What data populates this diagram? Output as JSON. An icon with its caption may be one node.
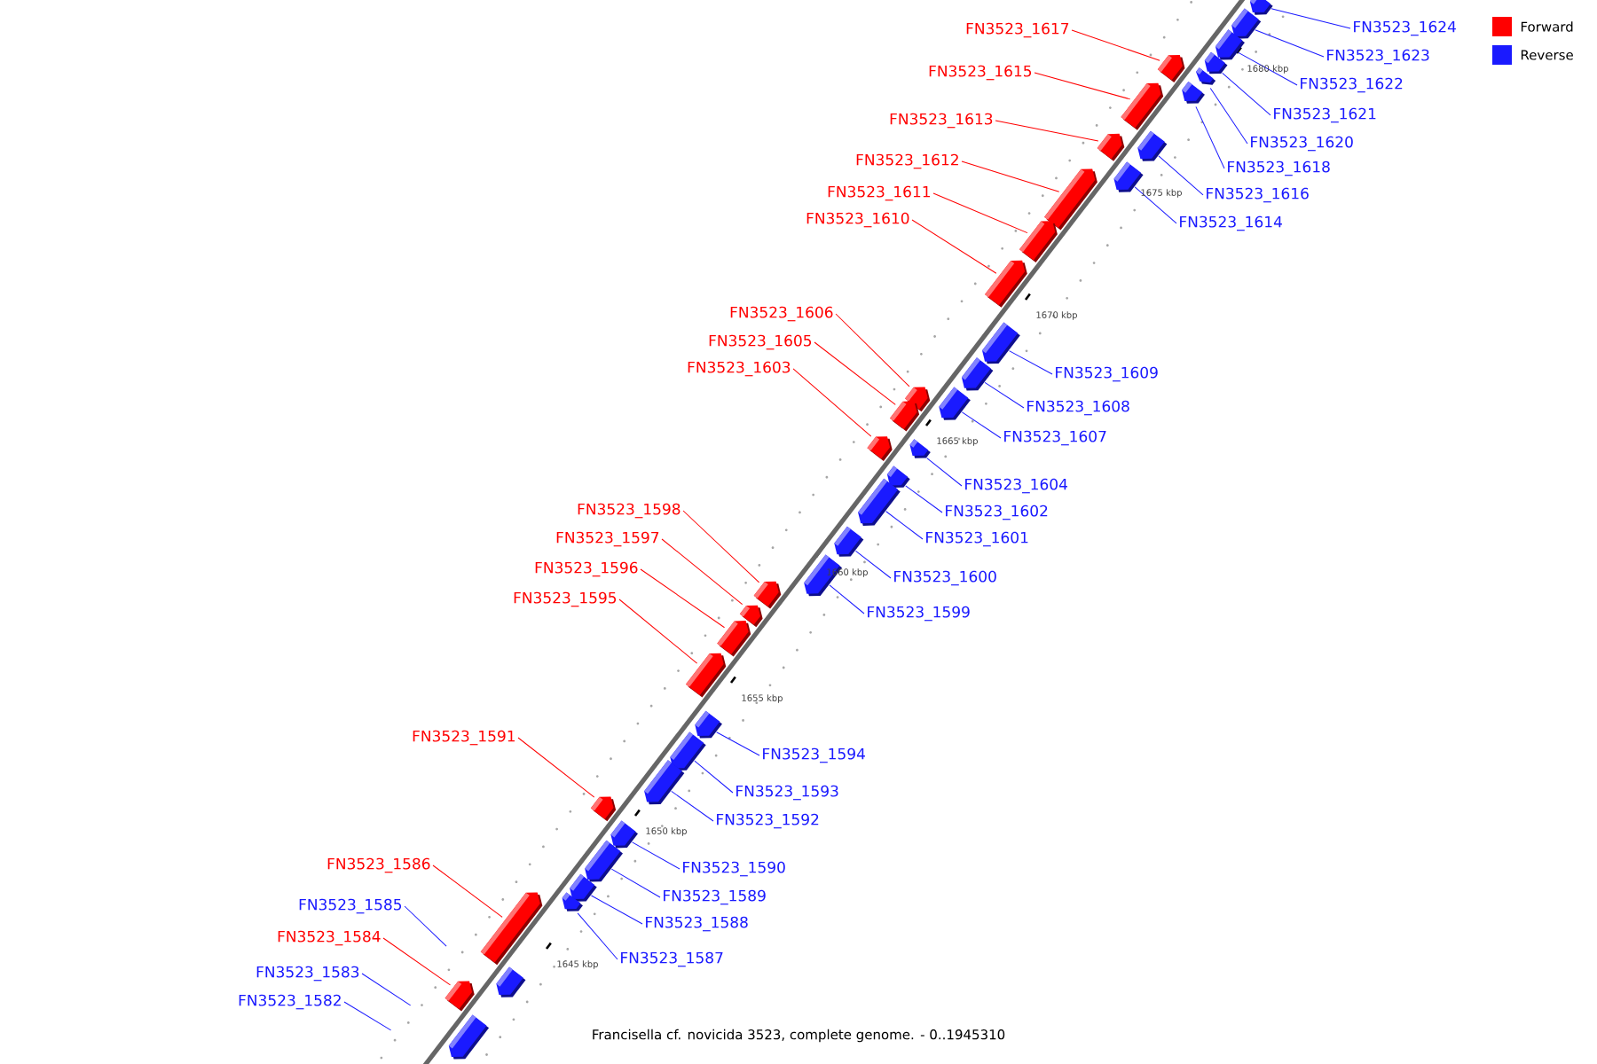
{
  "diagram": {
    "caption": "Francisella cf. novicida 3523, complete genome. - 0..1945310",
    "nodes": [
      {
        "text": [
          "FN3523_1624"
        ]
      },
      {
        "text": [
          "FN3523_1617"
        ]
      },
      {
        "text": [
          "FN3523_1623"
        ]
      },
      {
        "text": [
          "FN3523_1615"
        ]
      },
      {
        "text": [
          "FN3523_1622"
        ]
      },
      {
        "text": [
          "FN3523_1621"
        ]
      },
      {
        "text": [
          "FN3523_1613"
        ]
      },
      {
        "text": [
          "FN3523_1620"
        ]
      },
      {
        "text": [
          "FN3523_1612"
        ]
      },
      {
        "text": [
          "FN3523_1618"
        ]
      },
      {
        "text": [
          "FN3523_1611"
        ]
      },
      {
        "text": [
          "FN3523_1616"
        ]
      },
      {
        "text": [
          "FN3523_1610"
        ]
      },
      {
        "text": [
          "FN3523_1614"
        ]
      },
      {
        "text": [
          "FN3523_1606"
        ]
      },
      {
        "text": [
          "FN3523_1605"
        ]
      },
      {
        "text": [
          "FN3523_1603"
        ]
      },
      {
        "text": [
          "FN3523_1609"
        ]
      },
      {
        "text": [
          "FN3523_1608"
        ]
      },
      {
        "text": [
          "FN3523_1607"
        ]
      },
      {
        "text": [
          "FN3523_1604"
        ]
      },
      {
        "text": [
          "FN3523_1598"
        ]
      },
      {
        "text": [
          "FN3523_1602"
        ]
      },
      {
        "text": [
          "FN3523_1601"
        ]
      },
      {
        "text": [
          "FN3523_1597"
        ]
      },
      {
        "text": [
          "FN3523_1596"
        ]
      },
      {
        "text": [
          "FN3523_1600"
        ]
      },
      {
        "text": [
          "FN3523_1595"
        ]
      },
      {
        "text": [
          "FN3523_1599"
        ]
      },
      {
        "text": [
          "FN3523_1591"
        ]
      },
      {
        "text": [
          "FN3523_1594"
        ]
      },
      {
        "text": [
          "FN3523_1593"
        ]
      },
      {
        "text": [
          "FN3523_1592"
        ]
      },
      {
        "text": [
          "FN3523_1586"
        ]
      },
      {
        "text": [
          "FN3523_1590"
        ]
      },
      {
        "text": [
          "FN3523_1589"
        ]
      },
      {
        "text": [
          "FN3523_1585"
        ]
      },
      {
        "text": [
          "FN3523_1588"
        ]
      },
      {
        "text": [
          "FN3523_1584"
        ]
      },
      {
        "text": [
          "FN3523_1587"
        ]
      },
      {
        "text": [
          "FN3523_1583"
        ]
      },
      {
        "text": [
          "FN3523_1582"
        ]
      },
      {
        "text": [],
        "shape": "box"
      },
      {
        "text": [],
        "shape": "box"
      },
      {
        "text": [],
        "shape": "box"
      },
      {
        "text": [],
        "shape": "box"
      },
      {
        "text": [],
        "shape": "box"
      },
      {
        "text": [],
        "shape": "box"
      },
      {
        "text": [],
        "shape": "box"
      },
      {
        "text": [],
        "shape": "box"
      },
      {
        "text": [],
        "shape": "box"
      },
      {
        "text": [],
        "shape": "box"
      },
      {
        "text": [],
        "shape": "box"
      },
      {
        "text": [],
        "shape": "box"
      },
      {
        "text": [],
        "shape": "box"
      },
      {
        "text": [],
        "shape": "box"
      },
      {
        "text": [],
        "shape": "box"
      },
      {
        "text": [],
        "shape": "box"
      },
      {
        "text": [],
        "shape": "box"
      },
      {
        "text": [],
        "shape": "box"
      },
      {
        "text": [],
        "shape": "box"
      },
      {
        "text": [],
        "shape": "box"
      },
      {
        "text": [],
        "shape": "box"
      },
      {
        "text": [],
        "shape": "box"
      },
      {
        "text": [],
        "shape": "box"
      },
      {
        "text": [],
        "shape": "box"
      },
      {
        "text": [],
        "shape": "box"
      },
      {
        "text": [],
        "shape": "box"
      },
      {
        "text": [],
        "shape": "box"
      },
      {
        "text": [],
        "shape": "box"
      },
      {
        "text": [],
        "shape": "box"
      },
      {
        "text": [],
        "shape": "box"
      },
      {
        "text": [],
        "shape": "box"
      },
      {
        "text": [],
        "shape": "box"
      },
      {
        "text": [],
        "shape": "box"
      },
      {
        "text": [],
        "shape": "box"
      },
      {
        "text": [],
        "shape": "box"
      },
      {
        "text": [],
        "shape": "box"
      },
      {
        "text": [],
        "shape": "box"
      },
      {
        "text": [],
        "shape": "box"
      },
      {
        "text": [],
        "shape": "box"
      },
      {
        "text": [],
        "shape": "box"
      },
      {
        "text": [],
        "shape": "box"
      }
    ],
    "edges": [
      {
        "from": 0,
        "to": 42,
        "arrow": "none",
        "color": "#1a1aff"
      },
      {
        "from": 1,
        "to": 47,
        "arrow": "none",
        "color": "#ff0000"
      },
      {
        "from": 2,
        "to": 43,
        "arrow": "none",
        "color": "#1a1aff"
      },
      {
        "from": 3,
        "to": 49,
        "arrow": "none",
        "color": "#ff0000"
      },
      {
        "from": 4,
        "to": 44,
        "arrow": "none",
        "color": "#1a1aff"
      },
      {
        "from": 5,
        "to": 45,
        "arrow": "none",
        "color": "#1a1aff"
      },
      {
        "from": 6,
        "to": 51,
        "arrow": "none",
        "color": "#ff0000"
      },
      {
        "from": 7,
        "to": 46,
        "arrow": "none",
        "color": "#1a1aff"
      },
      {
        "from": 8,
        "to": 53,
        "arrow": "none",
        "color": "#ff0000"
      },
      {
        "from": 9,
        "to": 48,
        "arrow": "none",
        "color": "#1a1aff"
      },
      {
        "from": 10,
        "to": 54,
        "arrow": "none",
        "color": "#ff0000"
      },
      {
        "from": 11,
        "to": 50,
        "arrow": "none",
        "color": "#1a1aff"
      },
      {
        "from": 12,
        "to": 55,
        "arrow": "none",
        "color": "#ff0000"
      },
      {
        "from": 13,
        "to": 52,
        "arrow": "none",
        "color": "#1a1aff"
      },
      {
        "from": 14,
        "to": 59,
        "arrow": "none",
        "color": "#ff0000"
      },
      {
        "from": 15,
        "to": 60,
        "arrow": "none",
        "color": "#ff0000"
      },
      {
        "from": 16,
        "to": 62,
        "arrow": "none",
        "color": "#ff0000"
      },
      {
        "from": 17,
        "to": 56,
        "arrow": "none",
        "color": "#1a1aff"
      },
      {
        "from": 18,
        "to": 57,
        "arrow": "none",
        "color": "#1a1aff"
      },
      {
        "from": 19,
        "to": 58,
        "arrow": "none",
        "color": "#1a1aff"
      },
      {
        "from": 20,
        "to": 61,
        "arrow": "none",
        "color": "#1a1aff"
      },
      {
        "from": 21,
        "to": 67,
        "arrow": "none",
        "color": "#ff0000"
      },
      {
        "from": 22,
        "to": 63,
        "arrow": "none",
        "color": "#1a1aff"
      },
      {
        "from": 23,
        "to": 64,
        "arrow": "none",
        "color": "#1a1aff"
      },
      {
        "from": 24,
        "to": 68,
        "arrow": "none",
        "color": "#ff0000"
      },
      {
        "from": 25,
        "to": 69,
        "arrow": "none",
        "color": "#ff0000"
      },
      {
        "from": 26,
        "to": 65,
        "arrow": "none",
        "color": "#1a1aff"
      },
      {
        "from": 27,
        "to": 70,
        "arrow": "none",
        "color": "#ff0000"
      },
      {
        "from": 28,
        "to": 66,
        "arrow": "none",
        "color": "#1a1aff"
      },
      {
        "from": 29,
        "to": 74,
        "arrow": "none",
        "color": "#ff0000"
      },
      {
        "from": 30,
        "to": 71,
        "arrow": "none",
        "color": "#1a1aff"
      },
      {
        "from": 31,
        "to": 72,
        "arrow": "none",
        "color": "#1a1aff"
      },
      {
        "from": 32,
        "to": 73,
        "arrow": "none",
        "color": "#1a1aff"
      },
      {
        "from": 33,
        "to": 79,
        "arrow": "none",
        "color": "#ff0000"
      },
      {
        "from": 34,
        "to": 75,
        "arrow": "none",
        "color": "#1a1aff"
      },
      {
        "from": 35,
        "to": 76,
        "arrow": "none",
        "color": "#1a1aff"
      },
      {
        "from": 36,
        "to": null,
        "arrow": "none",
        "color": "#1a1aff"
      },
      {
        "from": 37,
        "to": 77,
        "arrow": "none",
        "color": "#1a1aff"
      },
      {
        "from": 38,
        "to": 81,
        "arrow": "none",
        "color": "#ff0000"
      },
      {
        "from": 39,
        "to": 78,
        "arrow": "none",
        "color": "#1a1aff"
      },
      {
        "from": 40,
        "to": null,
        "arrow": "none",
        "color": "#1a1aff"
      },
      {
        "from": 41,
        "to": null,
        "arrow": "none",
        "color": "#1a1aff"
      }
    ],
    "labels": [
      "1680 kbp",
      "1675 kbp",
      "1670 kbp",
      "1665 kbp",
      "1660 kbp",
      "1655 kbp",
      "1650 kbp",
      "1645 kbp"
    ],
    "legend": [
      {
        "text": "Forward",
        "color": "#ff0000"
      },
      {
        "text": "Reverse",
        "color": "#1a1aff"
      }
    ]
  }
}
